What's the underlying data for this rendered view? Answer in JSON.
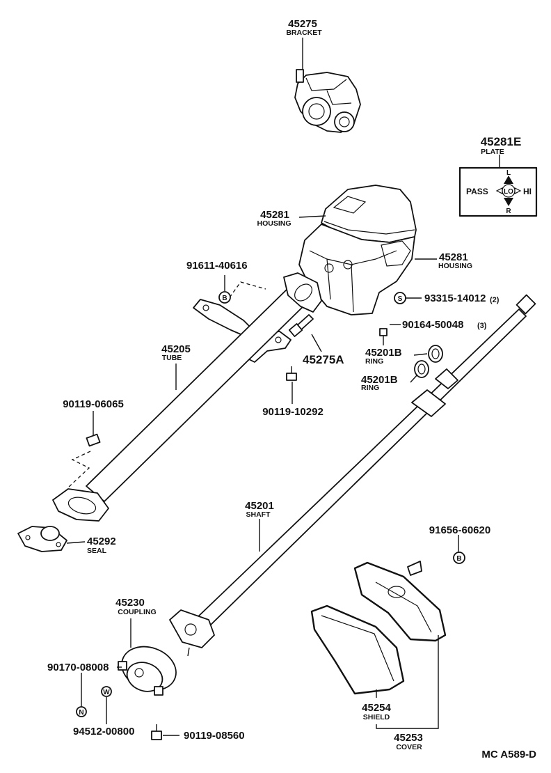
{
  "parts": {
    "bracket": {
      "number": "45275",
      "name": "BRACKET"
    },
    "plate": {
      "number": "45281E",
      "name": "PLATE"
    },
    "housing_upper": {
      "number": "45281",
      "name": "HOUSING"
    },
    "housing_lower": {
      "number": "45281",
      "name": "HOUSING"
    },
    "bolt_91611": {
      "number": "91611-40616",
      "symbol": "B"
    },
    "screw_93315": {
      "number": "93315-14012",
      "qty": "(2)",
      "symbol": "S"
    },
    "screw_90164": {
      "number": "90164-50048",
      "qty": "(3)"
    },
    "bolt_45275a": {
      "number": "45275A"
    },
    "ring_1": {
      "number": "45201B",
      "name": "RING"
    },
    "ring_2": {
      "number": "45201B",
      "name": "RING"
    },
    "tube": {
      "number": "45205",
      "name": "TUBE"
    },
    "bolt_90119_06065": {
      "number": "90119-06065"
    },
    "bolt_90119_10292": {
      "number": "90119-10292"
    },
    "shaft": {
      "number": "45201",
      "name": "SHAFT"
    },
    "seal": {
      "number": "45292",
      "name": "SEAL"
    },
    "bolt_91656": {
      "number": "91656-60620",
      "symbol": "B"
    },
    "coupling": {
      "number": "45230",
      "name": "COUPLING"
    },
    "nut_90170": {
      "number": "90170-08008"
    },
    "washer_94512": {
      "number": "94512-00800",
      "symbol": "W"
    },
    "bolt_90119_08560": {
      "number": "90119-08560"
    },
    "shield": {
      "number": "45254",
      "name": "SHIELD"
    },
    "cover": {
      "number": "45253",
      "name": "COVER"
    }
  },
  "plate_markings": {
    "left": "PASS",
    "center": "LO",
    "right": "HI",
    "top": "L",
    "bottom": "R"
  },
  "figure_code": "MC A589-D"
}
